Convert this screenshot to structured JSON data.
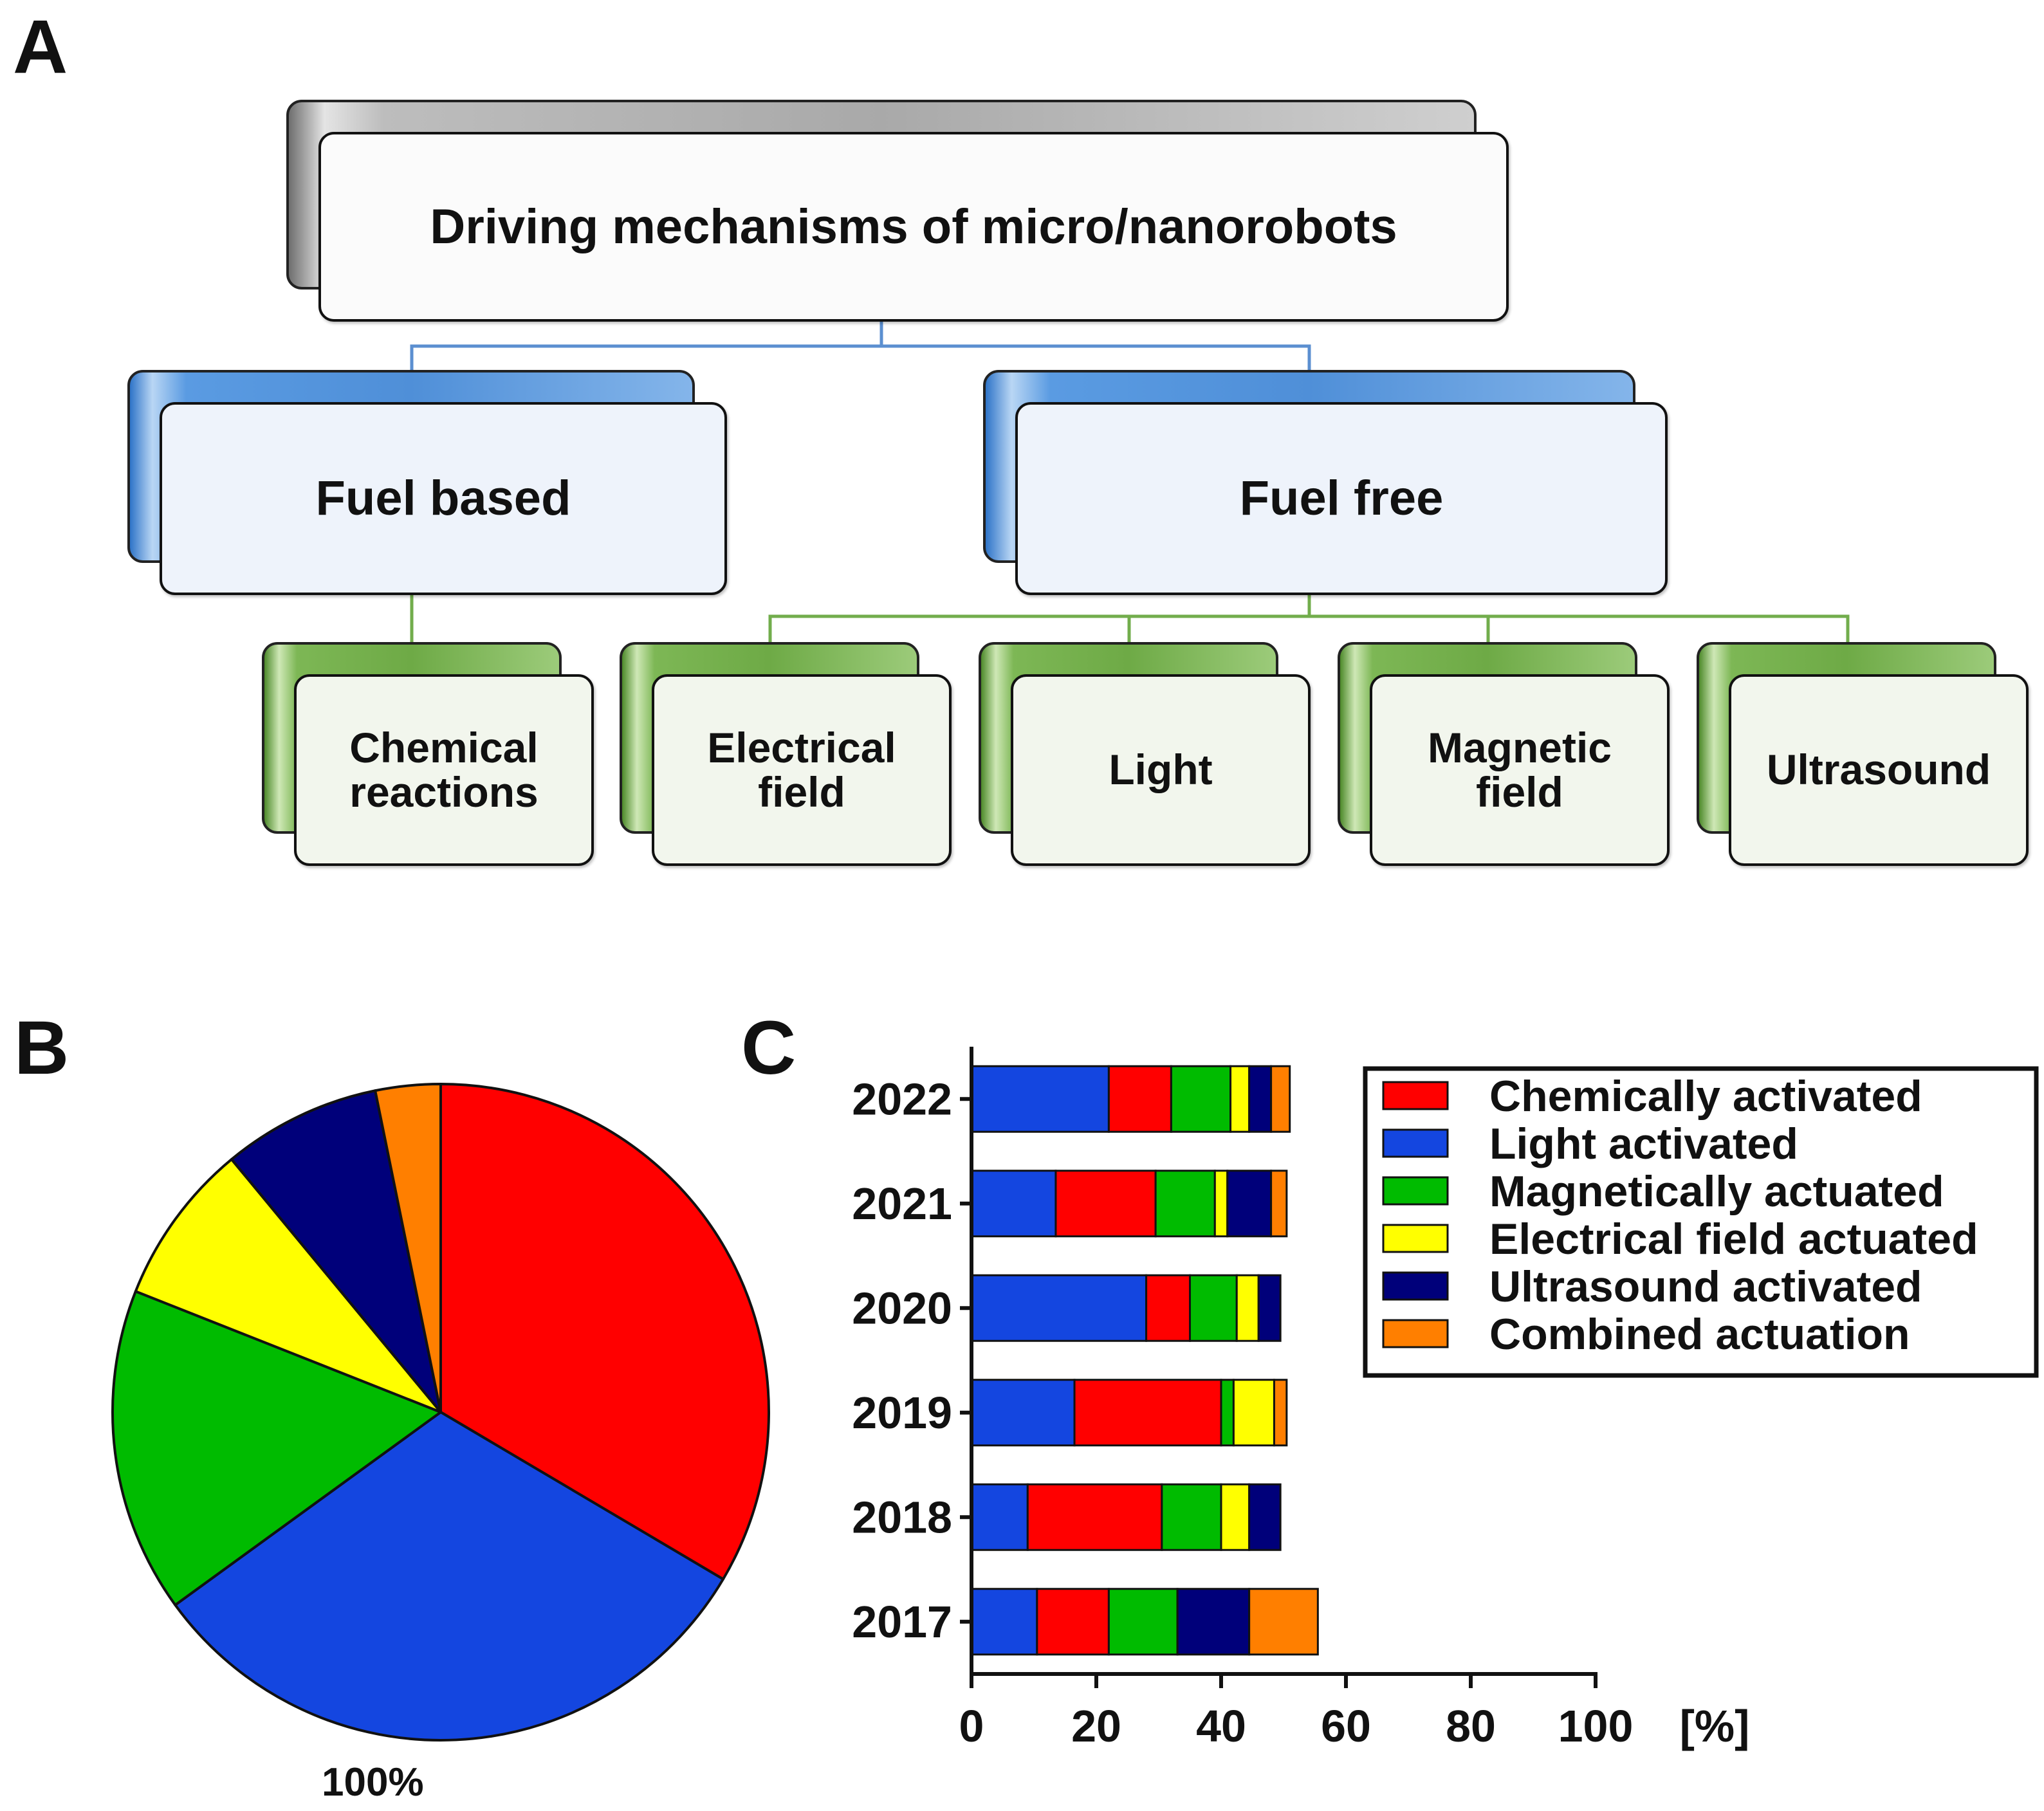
{
  "panels": {
    "a": "A",
    "b": "B",
    "c": "C"
  },
  "hierarchy": {
    "root": "Driving mechanisms of micro/nanorobots",
    "level1": [
      "Fuel based",
      "Fuel free"
    ],
    "level2": [
      [
        "Chemical",
        "reactions"
      ],
      [
        "Electrical",
        "field"
      ],
      [
        "Light"
      ],
      [
        "Magnetic",
        "field"
      ],
      [
        "Ultrasound"
      ]
    ]
  },
  "colors": {
    "chemically": "#ff0000",
    "light": "#1446e0",
    "magnetically": "#00bb00",
    "electrical": "#ffff00",
    "ultrasound": "#00007a",
    "combined": "#ff7f00"
  },
  "chart_data": [
    {
      "type": "pie",
      "slices": [
        {
          "value": 33.5,
          "color": "#ff0000"
        },
        {
          "value": 31.5,
          "color": "#1446e0"
        },
        {
          "value": 16.0,
          "color": "#00bb00"
        },
        {
          "value": 8.0,
          "color": "#ffff00"
        },
        {
          "value": 7.8,
          "color": "#00007a"
        },
        {
          "value": 3.2,
          "color": "#ff7f00"
        }
      ],
      "label": "100%"
    },
    {
      "type": "bar",
      "orientation": "horizontal",
      "stacked": true,
      "categories": [
        "2017",
        "2018",
        "2019",
        "2020",
        "2021",
        "2022"
      ],
      "series": [
        {
          "name": "Light activated",
          "color": "#1446e0",
          "values": [
            10.5,
            9.0,
            16.5,
            28.0,
            13.5,
            22.0
          ]
        },
        {
          "name": "Chemically activated",
          "color": "#ff0000",
          "values": [
            11.5,
            21.5,
            23.5,
            7.0,
            16.0,
            10.0
          ]
        },
        {
          "name": "Magnetically actuated",
          "color": "#00bb00",
          "values": [
            11.0,
            9.5,
            2.0,
            7.5,
            9.5,
            9.5
          ]
        },
        {
          "name": "Electrical field actuated",
          "color": "#ffff00",
          "values": [
            0.0,
            4.5,
            6.5,
            3.5,
            2.0,
            3.0
          ]
        },
        {
          "name": "Ultrasound activated",
          "color": "#00007a",
          "values": [
            11.5,
            5.0,
            0.0,
            3.5,
            7.0,
            3.5
          ]
        },
        {
          "name": "Combined actuation",
          "color": "#ff7f00",
          "values": [
            11.0,
            0.0,
            2.0,
            0.0,
            2.5,
            3.0
          ]
        }
      ],
      "legend_order": [
        "Chemically activated",
        "Light activated",
        "Magnetically actuated",
        "Electrical field actuated",
        "Ultrasound activated",
        "Combined actuation"
      ],
      "xlim": [
        0,
        100
      ],
      "xticks": [
        0,
        20,
        40,
        60,
        80,
        100
      ],
      "xunit": "[%]",
      "legend": "top-right"
    }
  ]
}
